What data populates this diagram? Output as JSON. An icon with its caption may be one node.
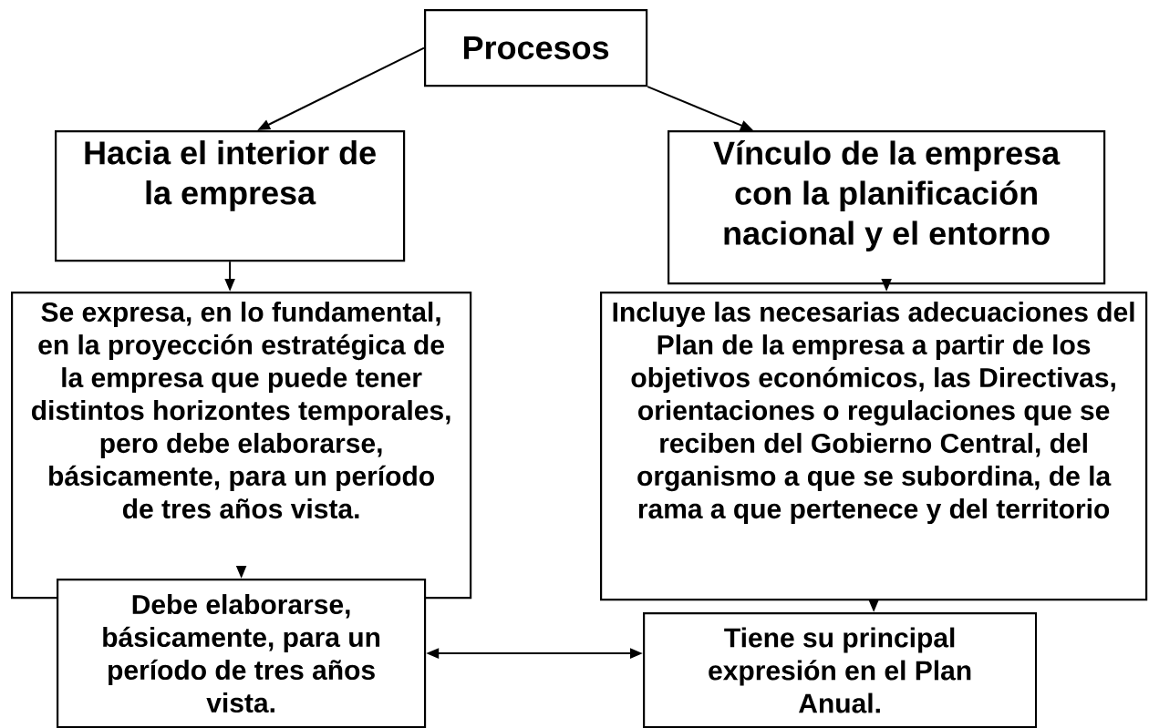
{
  "diagram": {
    "nodes": [
      {
        "text": [
          "Procesos"
        ]
      },
      {
        "text": [
          "Hacia el interior de la empresa"
        ]
      },
      {
        "text": [
          "Vínculo de la empresa con la planificación nacional y el entorno"
        ]
      },
      {
        "text": [
          "Se expresa, en lo fundamental, en la proyección estratégica de la empresa que puede tener distintos horizontes temporales, pero debe elaborarse, básicamente, para un período de tres años vista."
        ]
      },
      {
        "text": [
          "Incluye las necesarias adecuaciones del Plan de la empresa a partir de los objetivos económicos, las Directivas, orientaciones o regulaciones que se reciben del Gobierno Central, del organismo a que se subordina, de la rama a que pertenece y del territorio"
        ]
      },
      {
        "text": [
          "Debe elaborarse, básicamente, para un período de tres años vista."
        ]
      },
      {
        "text": [
          "Tiene su principal expresión en el Plan Anual."
        ]
      }
    ],
    "edges": [
      {
        "from": 0,
        "to": 1,
        "arrow": "to"
      },
      {
        "from": 0,
        "to": 2,
        "arrow": "to"
      },
      {
        "from": 1,
        "to": 3,
        "arrow": "to"
      },
      {
        "from": 2,
        "to": 4,
        "arrow": "to"
      },
      {
        "from": 3,
        "to": 5,
        "arrow": "to"
      },
      {
        "from": 4,
        "to": 6,
        "arrow": "to"
      },
      {
        "from": 5,
        "to": 6,
        "arrow": "both"
      }
    ]
  }
}
